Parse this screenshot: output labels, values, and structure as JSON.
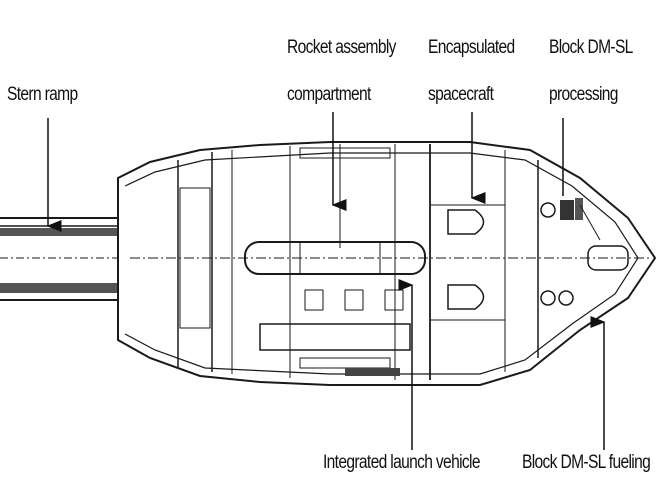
{
  "labels": {
    "stern_ramp": "Stern ramp",
    "rocket_assembly": [
      "Rocket assembly",
      "compartment"
    ],
    "encapsulated": [
      "Encapsulated",
      "spacecraft"
    ],
    "block_processing": [
      "Block DM-SL",
      "processing"
    ],
    "integrated_lv": "Integrated launch vehicle",
    "block_fueling": "Block DM-SL fueling"
  }
}
